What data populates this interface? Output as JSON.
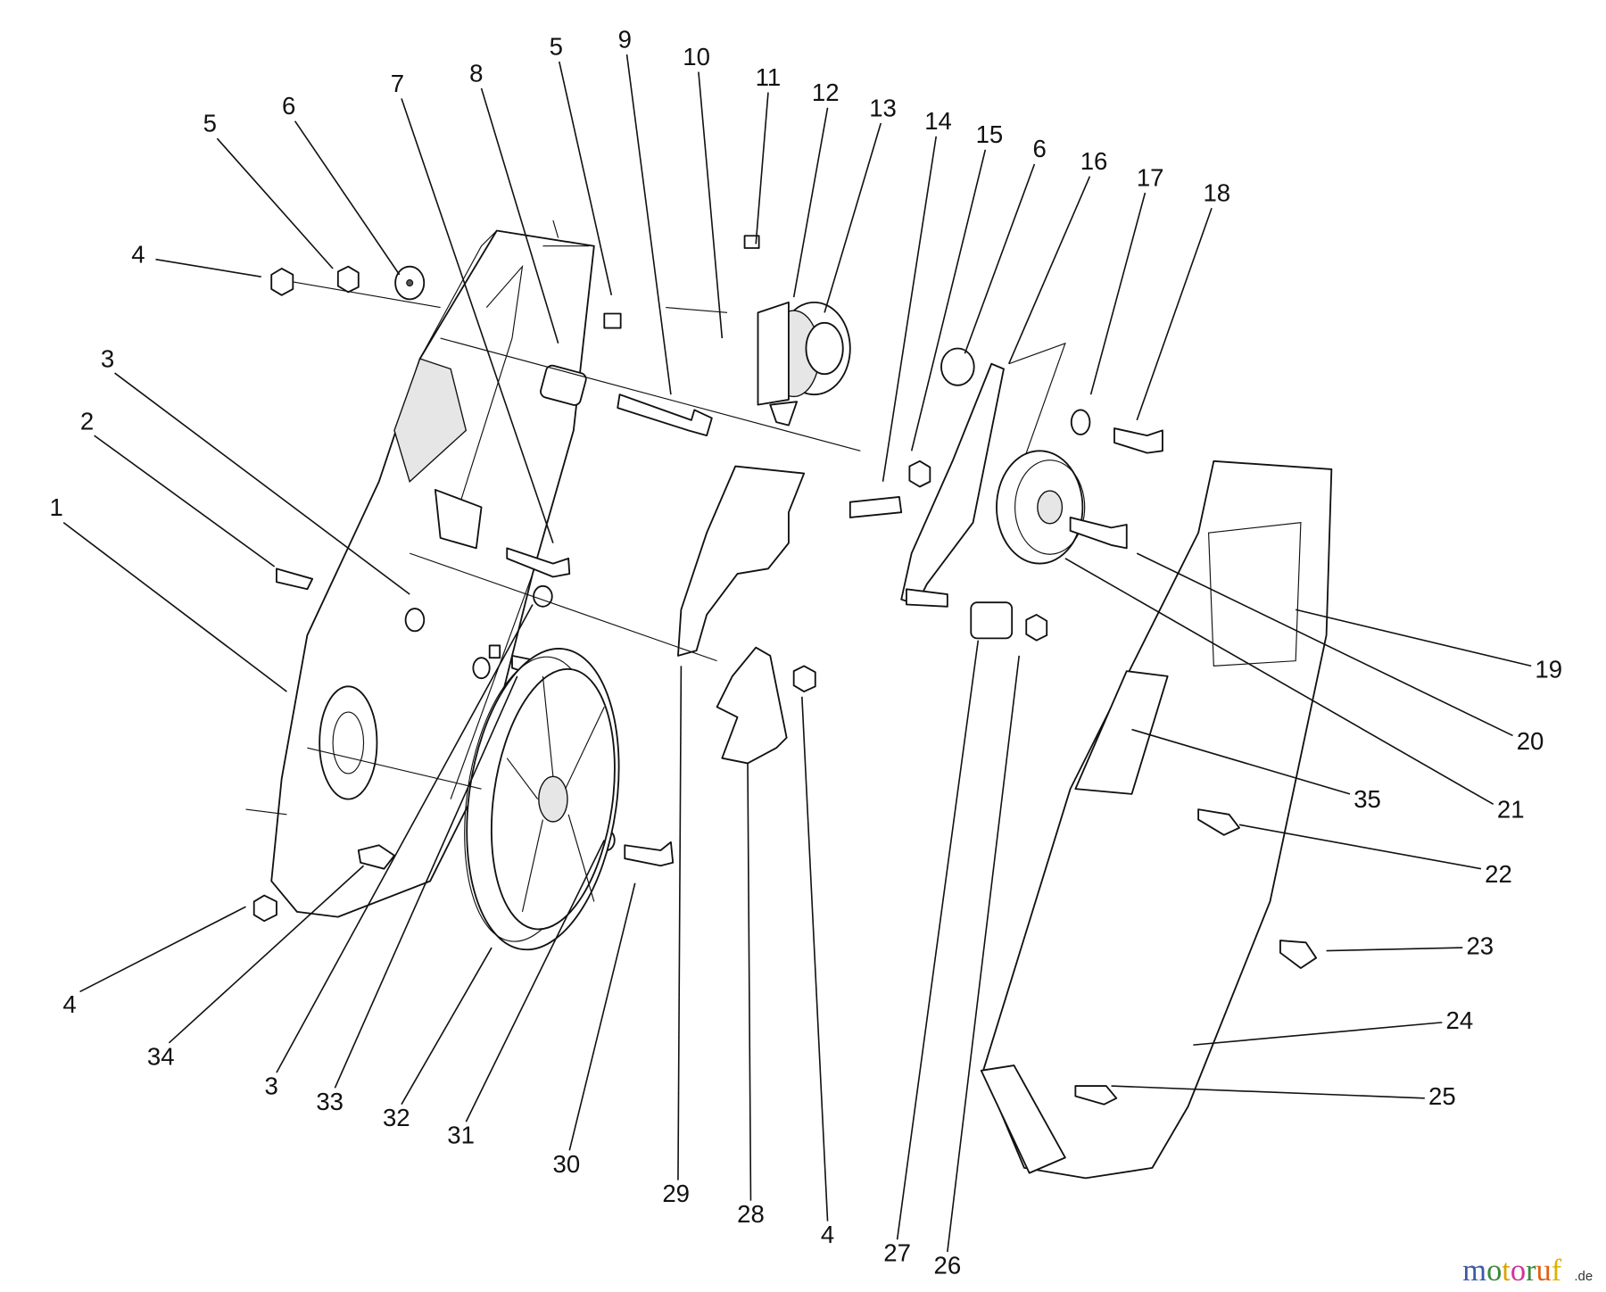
{
  "diagram": {
    "callouts": [
      "1",
      "2",
      "3",
      "4",
      "5",
      "6",
      "7",
      "8",
      "5",
      "9",
      "10",
      "11",
      "12",
      "13",
      "14",
      "15",
      "6",
      "16",
      "17",
      "18",
      "19",
      "20",
      "21",
      "35",
      "22",
      "23",
      "24",
      "25",
      "26",
      "27",
      "4",
      "28",
      "29",
      "30",
      "31",
      "32",
      "33",
      "3",
      "34",
      "4"
    ]
  },
  "watermark": {
    "letters": [
      "m",
      "o",
      "t",
      "o",
      "r",
      "u",
      "f"
    ],
    "suffix": ".de",
    "colors": [
      "#3b5aa8",
      "#3b8a3b",
      "#d9a400",
      "#cc3399",
      "#3b8a3b",
      "#e06010",
      "#e0b000"
    ]
  }
}
